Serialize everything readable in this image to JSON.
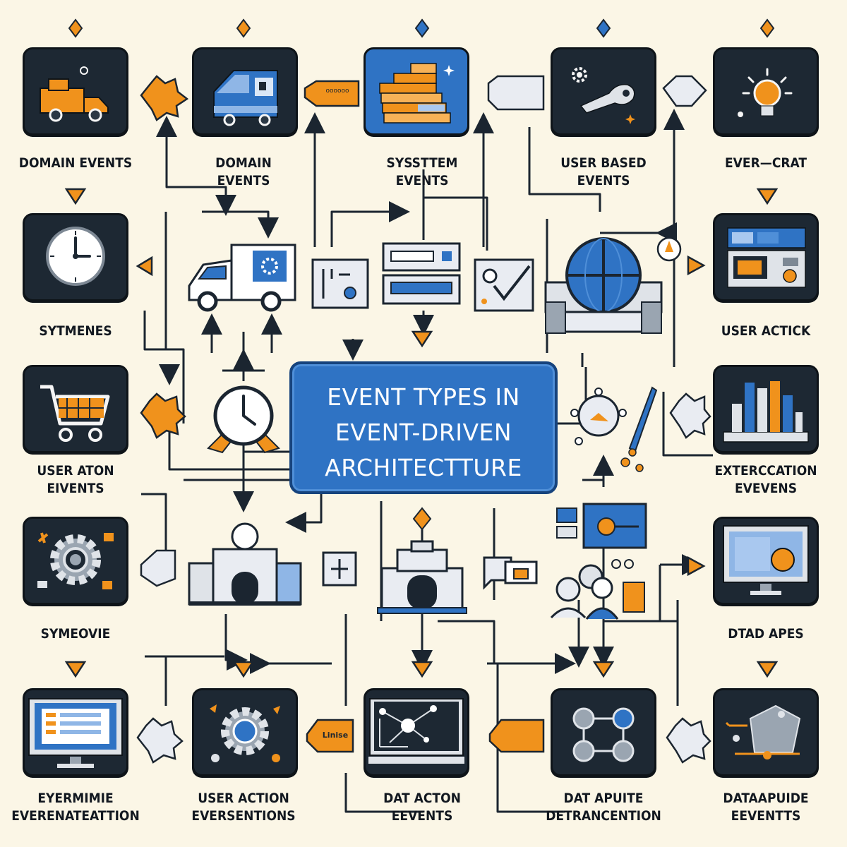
{
  "title": {
    "line1": "EVENT TYPES IN",
    "line2": "EVENT-DRIVEN",
    "line3": "ARCHITECTTURE"
  },
  "labels": [
    [
      "DOMAIN EVENTS"
    ],
    [
      "DOMAIN",
      "EVENTS"
    ],
    [
      "SYSSTTEM",
      "EVENTS"
    ],
    [
      "USER BASED",
      "EVENTS"
    ],
    [
      "EVER—CRAT"
    ],
    [
      "SYTMENES"
    ],
    [
      "USER ACTICK"
    ],
    [
      "USER ATON",
      "EIVENTS"
    ],
    [
      "EXTERCCATION",
      "EVEVENS"
    ],
    [
      "SYMEOVIE"
    ],
    [
      "DTAD APES"
    ],
    [
      "EYERMIMIE",
      "EVERENATEATTION"
    ],
    [
      "USER ACTION",
      "EVERSENTIONS"
    ],
    [
      "DAT ACTON",
      "EEVENTS"
    ],
    [
      "DAT APUITE",
      "DETRANCENTION"
    ],
    [
      "DATAAPUIDE",
      "EEVENTTS"
    ]
  ],
  "badges": {
    "row1_b": "oooooo",
    "row5_b": "Linise"
  },
  "colors": {
    "background": "#fbf6e6",
    "tile": "#1d2833",
    "accent_blue": "#2f73c4",
    "accent_orange": "#f0921c",
    "line": "#1b2530"
  },
  "icons": [
    "delivery-truck-icon",
    "truck-icon",
    "server-stack-icon",
    "gear-key-icon",
    "lightbulb-icon",
    "clock-icon",
    "dashboard-icon",
    "shopping-cart-icon",
    "bar-chart-icon",
    "gear-icon",
    "monitor-icon",
    "monitor-list-icon",
    "gear-circle-icon",
    "network-monitor-icon",
    "people-network-icon",
    "tag-network-icon"
  ]
}
